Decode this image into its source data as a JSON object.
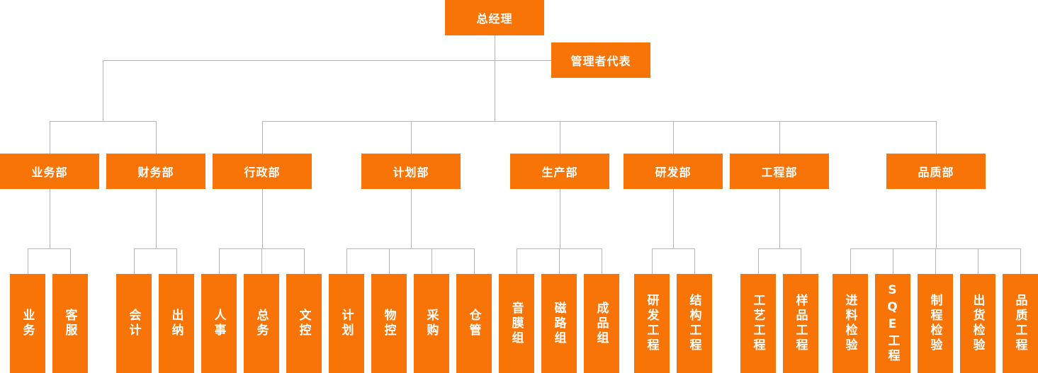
{
  "colors": {
    "accent": "#f97407",
    "line": "#b5b5b5"
  },
  "chart": {
    "root": {
      "label": "总经理"
    },
    "representative": {
      "label": "管理者代表"
    },
    "departments": [
      {
        "label": "业务部",
        "children": [
          "业务",
          "客服"
        ]
      },
      {
        "label": "财务部",
        "children": [
          "会计",
          "出纳"
        ]
      },
      {
        "label": "行政部",
        "children": [
          "人事",
          "总务",
          "文控"
        ]
      },
      {
        "label": "计划部",
        "children": [
          "计划",
          "物控",
          "采购",
          "仓管"
        ]
      },
      {
        "label": "生产部",
        "children": [
          "音膜组",
          "磁路组",
          "成品组"
        ]
      },
      {
        "label": "研发部",
        "children": [
          "研发工程",
          "结构工程"
        ]
      },
      {
        "label": "工程部",
        "children": [
          "工艺工程",
          "样品工程"
        ]
      },
      {
        "label": "品质部",
        "children": [
          "进料检验",
          "SQE工程",
          "制程检验",
          "出货检验",
          "品质工程"
        ]
      }
    ]
  }
}
